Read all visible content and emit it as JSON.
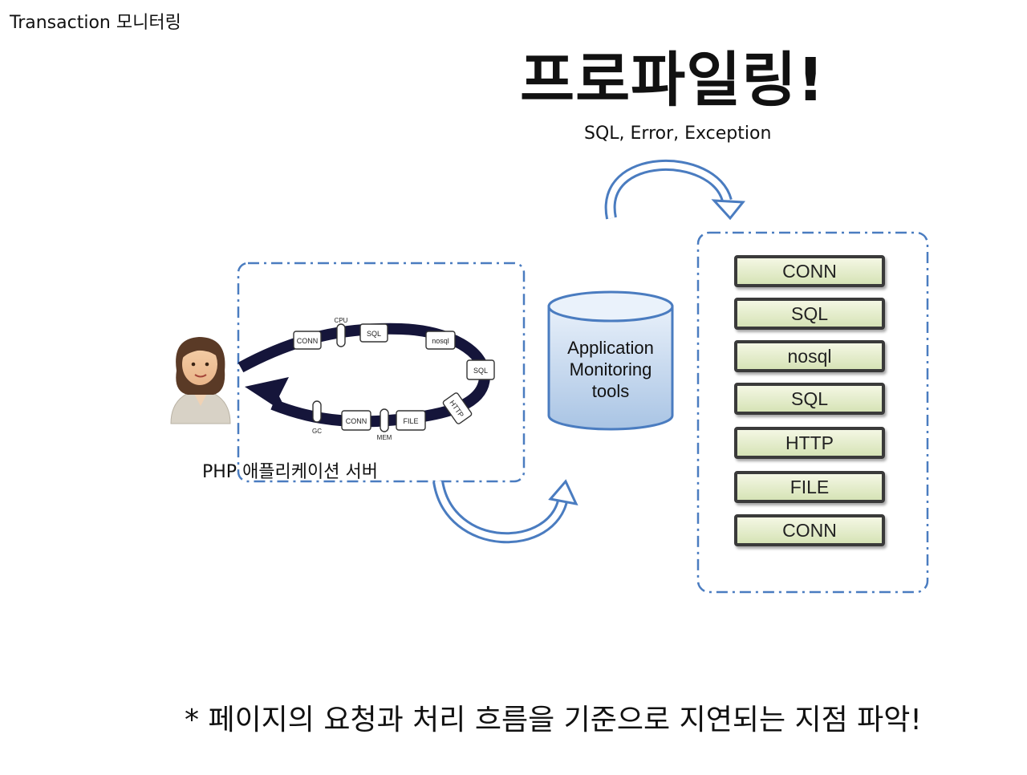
{
  "page_title": "Transaction 모니터링",
  "headline": "프로파일링!",
  "subhead": "SQL, Error, Exception",
  "server_caption": "PHP 애플리케이션 서버",
  "database": {
    "label_lines": [
      "Application",
      "Monitoring",
      "tools"
    ]
  },
  "loop_cycle": {
    "boxes": [
      "CONN",
      "SQL",
      "nosql",
      "SQL",
      "HTTP",
      "FILE",
      "CONN"
    ],
    "markers": [
      "CPU",
      "GC",
      "MEM"
    ]
  },
  "trace_stack": [
    "CONN",
    "SQL",
    "nosql",
    "SQL",
    "HTTP",
    "FILE",
    "CONN"
  ],
  "footnote": "* 페이지의 요청과 처리 흐름을 기준으로 지연되는 지점 파악!",
  "colors": {
    "dash_border": "#4a7cc0",
    "arrow_stroke": "#4a7cc0",
    "loop_band": "#15153a",
    "db_fill_top": "#e8f0fa",
    "db_fill_bottom": "#a9c4e4",
    "stack_fill": "#dfe8c4",
    "stack_border": "#3a3a3a"
  }
}
